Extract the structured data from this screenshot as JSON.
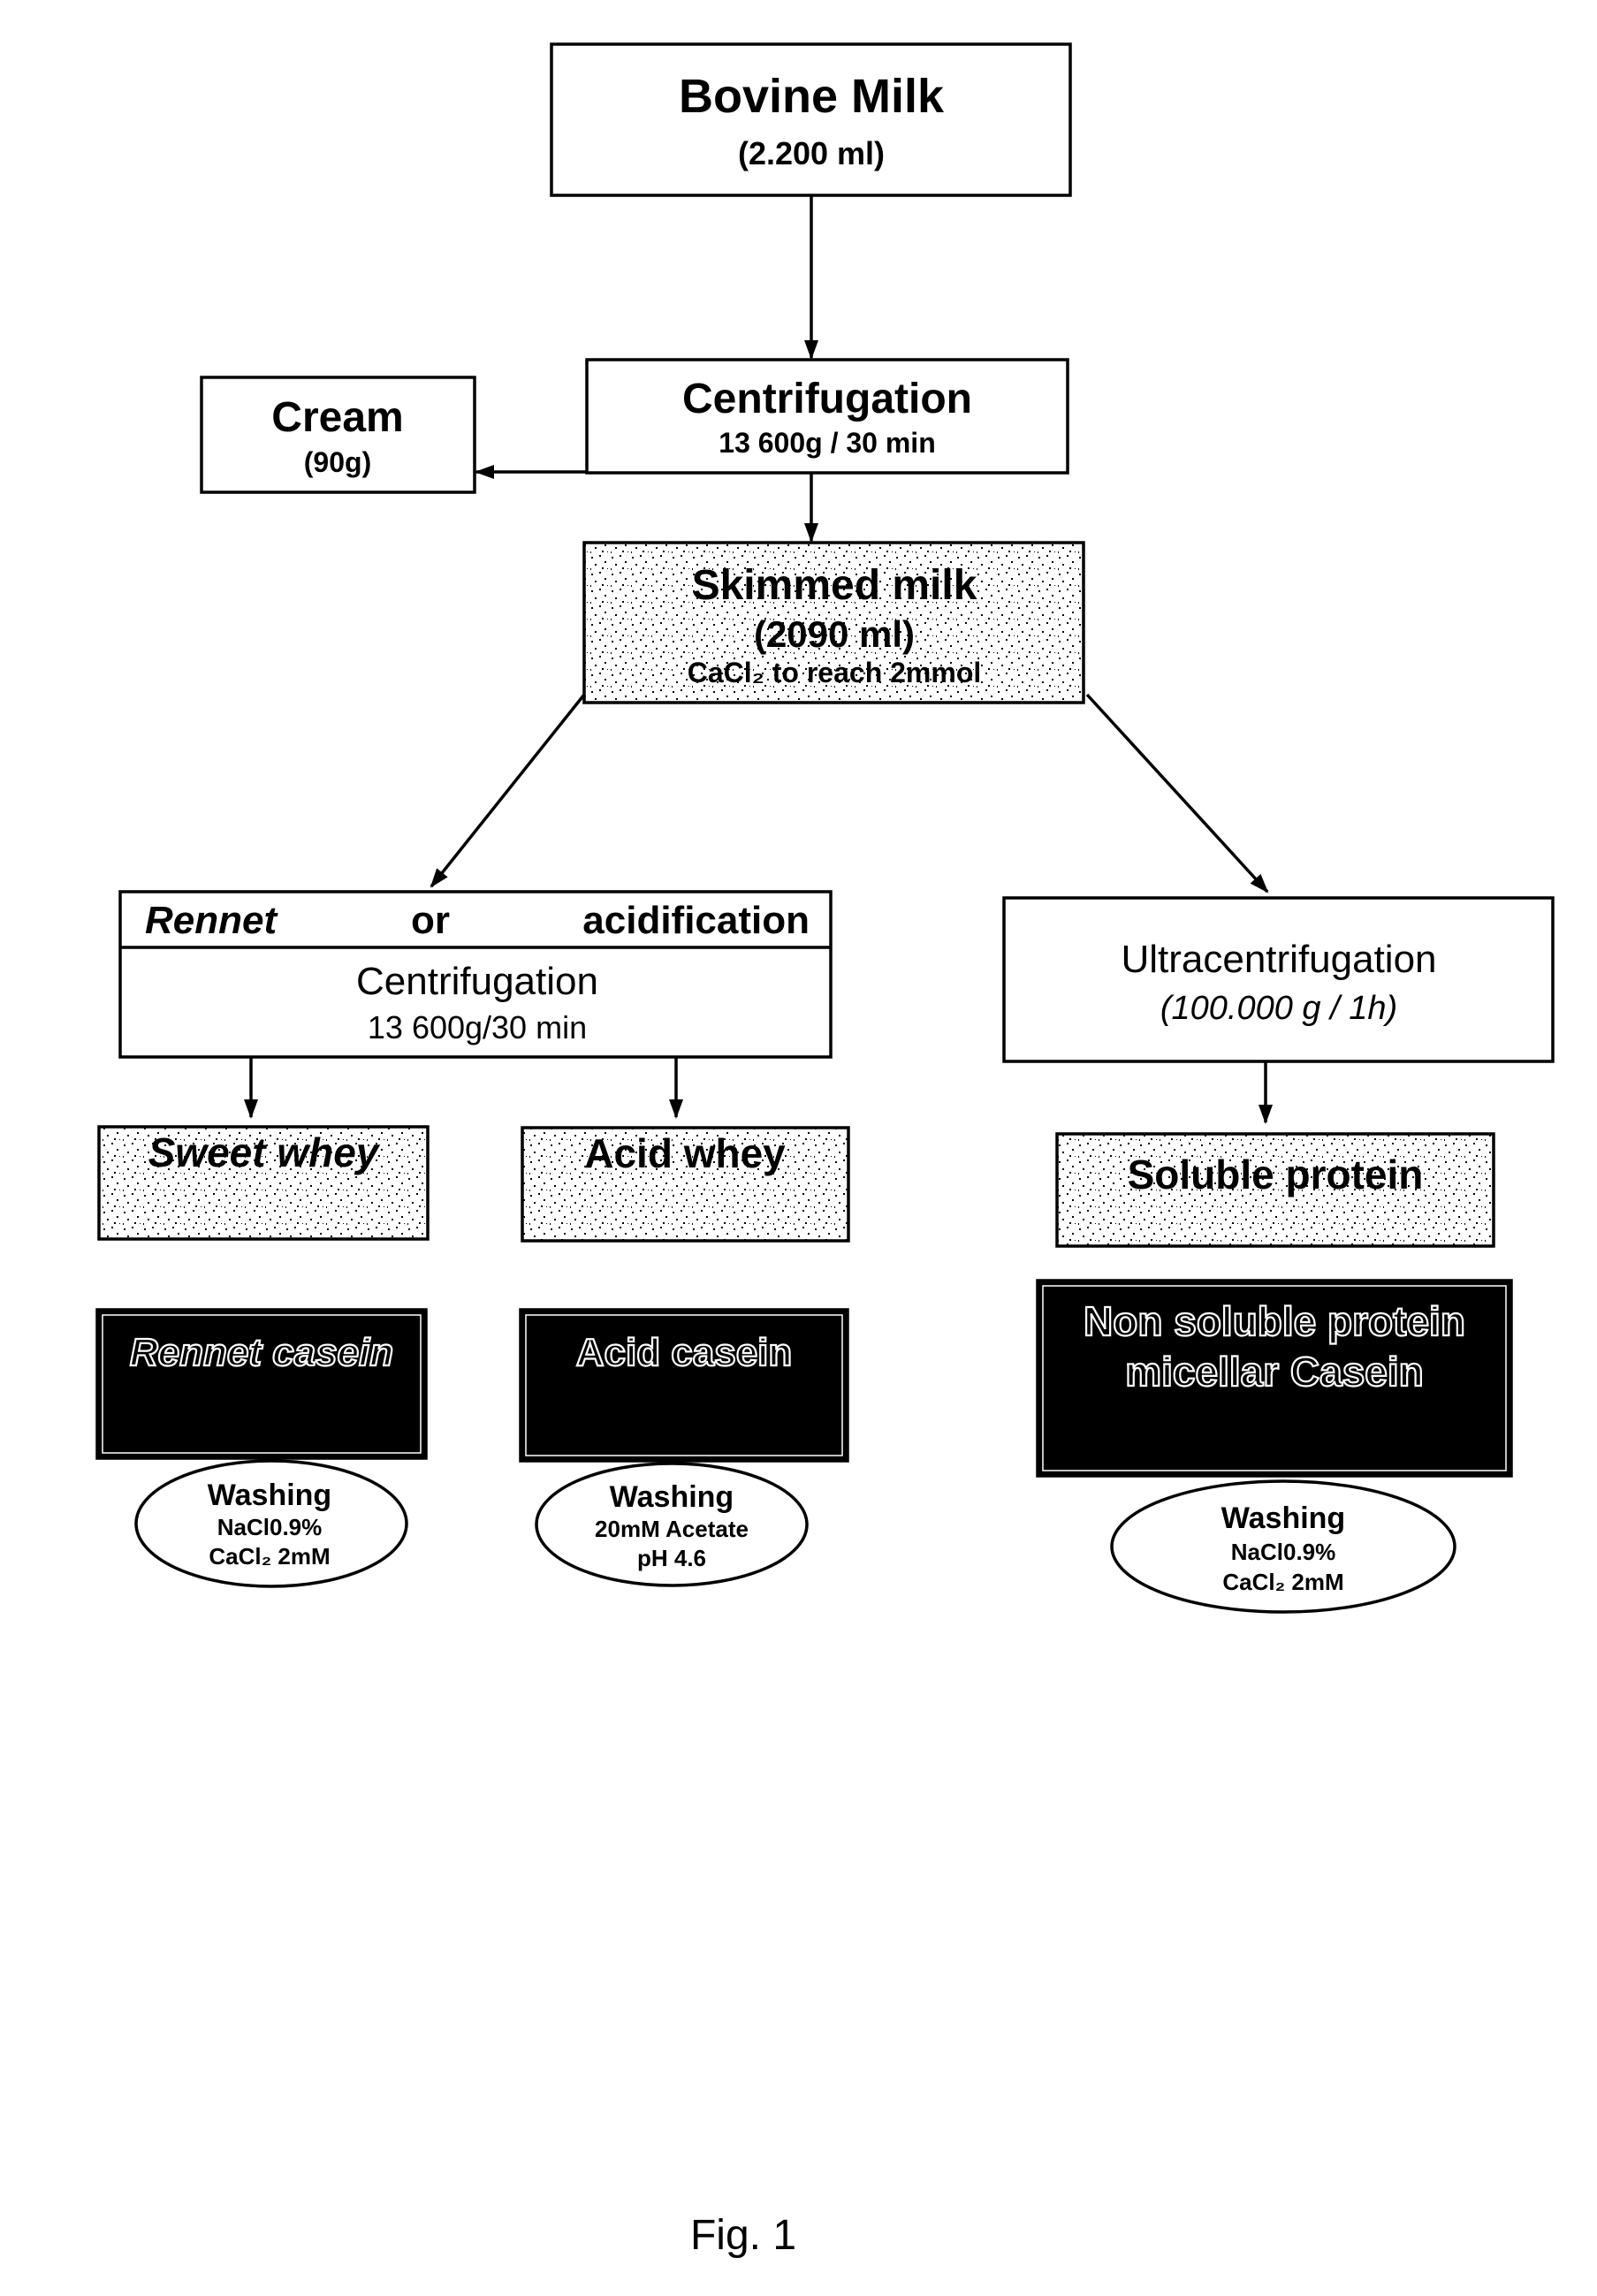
{
  "figure": {
    "caption": "Fig. 1",
    "nodes": {
      "bovine_milk": {
        "title": "Bovine Milk",
        "detail": "(2.200 ml)"
      },
      "centrifugation_1": {
        "title": "Centrifugation",
        "detail": "13 600g / 30 min"
      },
      "cream": {
        "title": "Cream",
        "detail": "(90g)"
      },
      "skimmed_milk": {
        "title": "Skimmed milk",
        "detail": "(2090 ml)",
        "note": "CaCl₂ to reach 2mmol"
      },
      "rennet_acid": {
        "rennet": "Rennet",
        "or": "or",
        "acidification": "acidification",
        "title": "Centrifugation",
        "detail": "13 600g/30 min"
      },
      "ultracentrifugation": {
        "title": "Ultracentrifugation",
        "detail": "(100.000 g / 1h)"
      },
      "sweet_whey": {
        "title": "Sweet whey"
      },
      "acid_whey": {
        "title": "Acid whey"
      },
      "soluble_protein": {
        "title": "Soluble protein"
      },
      "rennet_casein": {
        "title": "Rennet casein"
      },
      "acid_casein": {
        "title": "Acid casein"
      },
      "non_soluble": {
        "line1": "Non soluble protein",
        "line2": "micellar Casein"
      },
      "washing_1": {
        "title": "Washing",
        "line1": "NaCl0.9%",
        "line2": "CaCl₂ 2mM"
      },
      "washing_2": {
        "title": "Washing",
        "line1": "20mM Acetate",
        "line2": "pH 4.6"
      },
      "washing_3": {
        "title": "Washing",
        "line1": "NaCl0.9%",
        "line2": "CaCl₂ 2mM"
      }
    }
  }
}
